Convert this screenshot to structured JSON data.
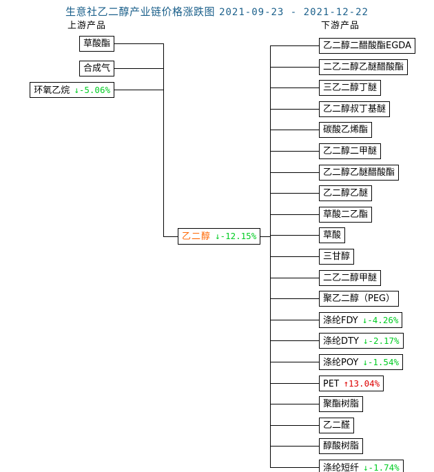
{
  "title": {
    "main": "生意社乙二醇产业链价格涨跌图",
    "dates": "2021-09-23 - 2021-12-22",
    "color": "#1a5f8a"
  },
  "headings": {
    "upstream": "上游产品",
    "downstream": "下游产品"
  },
  "colors": {
    "down": "#00cc22",
    "up": "#dd0000",
    "center_label": "#ff6600",
    "line": "#000000"
  },
  "center": {
    "label": "乙二醇",
    "arrow": "↓",
    "pct": "-12.15%",
    "direction": "down"
  },
  "upstream": [
    {
      "label": "草酸酯",
      "arrow": "",
      "pct": "",
      "direction": "none"
    },
    {
      "label": "合成气",
      "arrow": "",
      "pct": "",
      "direction": "none"
    },
    {
      "label": "环氧乙烷",
      "arrow": "↓",
      "pct": "-5.06%",
      "direction": "down"
    }
  ],
  "downstream": [
    {
      "label": "乙二醇二醋酸酯EGDA",
      "arrow": "",
      "pct": "",
      "direction": "none"
    },
    {
      "label": "二乙二醇乙醚醋酸酯",
      "arrow": "",
      "pct": "",
      "direction": "none"
    },
    {
      "label": "三乙二醇丁醚",
      "arrow": "",
      "pct": "",
      "direction": "none"
    },
    {
      "label": "乙二醇叔丁基醚",
      "arrow": "",
      "pct": "",
      "direction": "none"
    },
    {
      "label": "碳酸乙烯酯",
      "arrow": "",
      "pct": "",
      "direction": "none"
    },
    {
      "label": "乙二醇二甲醚",
      "arrow": "",
      "pct": "",
      "direction": "none"
    },
    {
      "label": "乙二醇乙醚醋酸酯",
      "arrow": "",
      "pct": "",
      "direction": "none"
    },
    {
      "label": "乙二醇乙醚",
      "arrow": "",
      "pct": "",
      "direction": "none"
    },
    {
      "label": "草酸二乙酯",
      "arrow": "",
      "pct": "",
      "direction": "none"
    },
    {
      "label": "草酸",
      "arrow": "",
      "pct": "",
      "direction": "none"
    },
    {
      "label": "三甘醇",
      "arrow": "",
      "pct": "",
      "direction": "none"
    },
    {
      "label": "二乙二醇甲醚",
      "arrow": "",
      "pct": "",
      "direction": "none"
    },
    {
      "label": "聚乙二醇（PEG）",
      "arrow": "",
      "pct": "",
      "direction": "none"
    },
    {
      "label": "涤纶FDY",
      "arrow": "↓",
      "pct": "-4.26%",
      "direction": "down"
    },
    {
      "label": "涤纶DTY",
      "arrow": "↓",
      "pct": "-2.17%",
      "direction": "down"
    },
    {
      "label": "涤纶POY",
      "arrow": "↓",
      "pct": "-1.54%",
      "direction": "down"
    },
    {
      "label": "PET",
      "arrow": "↑",
      "pct": "13.04%",
      "direction": "up"
    },
    {
      "label": "聚酯树脂",
      "arrow": "",
      "pct": "",
      "direction": "none"
    },
    {
      "label": "乙二醛",
      "arrow": "",
      "pct": "",
      "direction": "none"
    },
    {
      "label": "醇酸树脂",
      "arrow": "",
      "pct": "",
      "direction": "none"
    },
    {
      "label": "涤纶短纤",
      "arrow": "↓",
      "pct": "-1.74%",
      "direction": "down"
    }
  ]
}
